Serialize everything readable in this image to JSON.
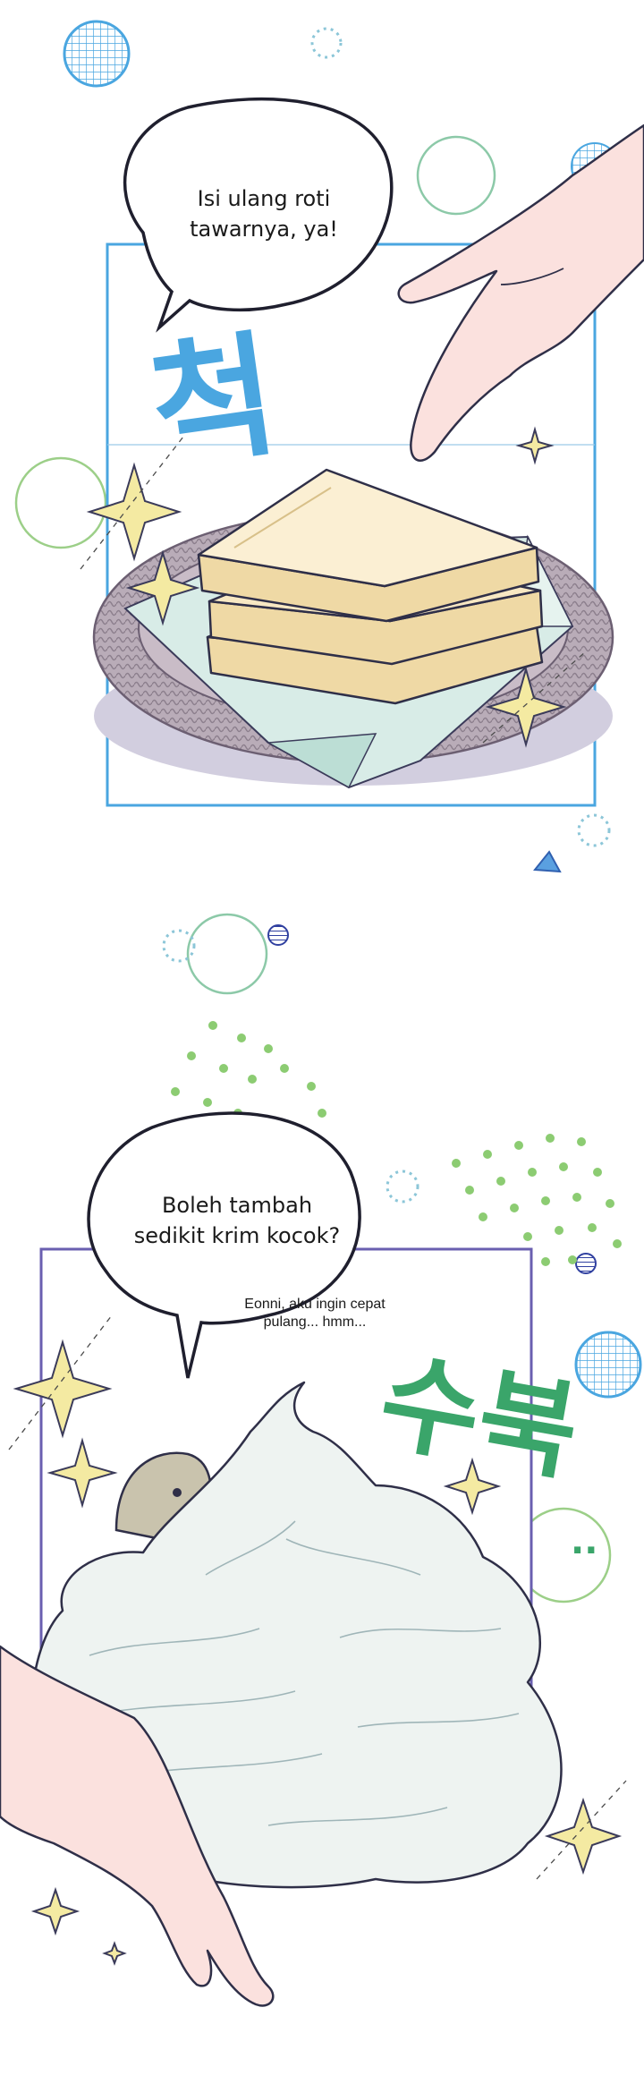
{
  "panels": [
    {
      "speech": {
        "lines": [
          "Isi ulang roti",
          "tawarnya, ya!"
        ]
      },
      "sound_effect": {
        "text": "척",
        "color": "#4aa6e0"
      },
      "frame_color": "#4aa6e0"
    },
    {
      "speech": {
        "lines": [
          "Boleh tambah",
          "sedikit krim kocok?"
        ]
      },
      "aside": {
        "lines": [
          "Eonni, aku ingin cepat",
          "pulang... hmm..."
        ]
      },
      "sound_effect": {
        "text": "수북",
        "color": "#3aa56a"
      },
      "frame_color": "#6a5fb0"
    }
  ],
  "colors": {
    "skin": "#fbe3e1",
    "bread": "#f6e3b9",
    "cream": "#eef3f1",
    "basket": "#a89aa8",
    "sparkle": "#f3e9a2",
    "dots": "#8ccc72"
  }
}
